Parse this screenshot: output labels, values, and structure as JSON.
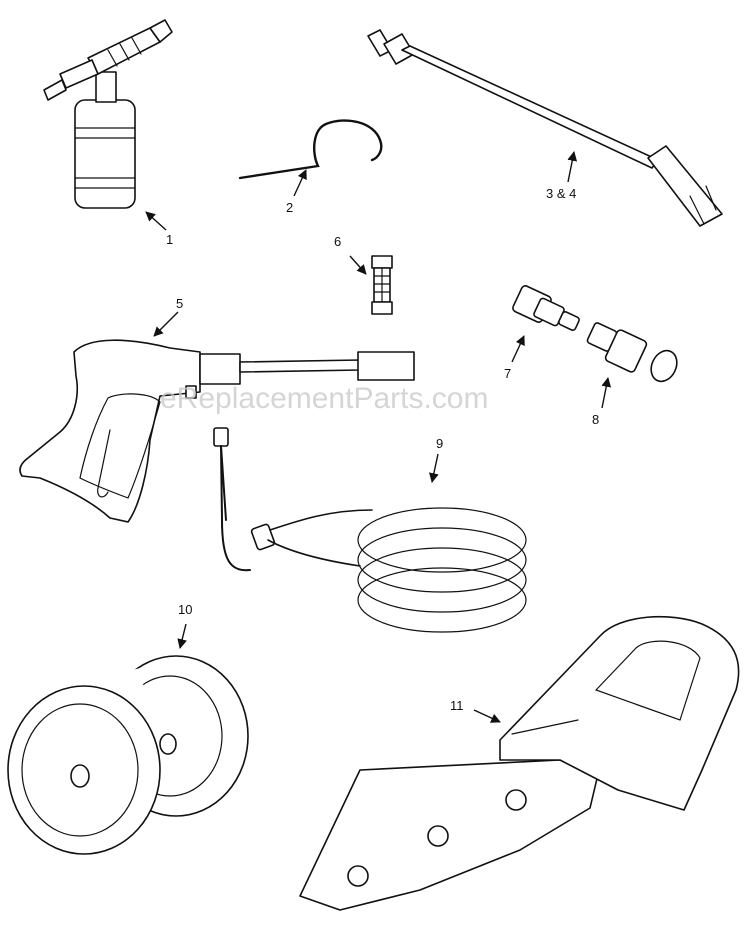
{
  "watermark": "eReplacementParts.com",
  "callouts": {
    "c1": "1",
    "c2": "2",
    "c3": "3 & 4",
    "c5": "5",
    "c6": "6",
    "c7": "7",
    "c8": "8",
    "c9": "9",
    "c10": "10",
    "c11": "11"
  }
}
